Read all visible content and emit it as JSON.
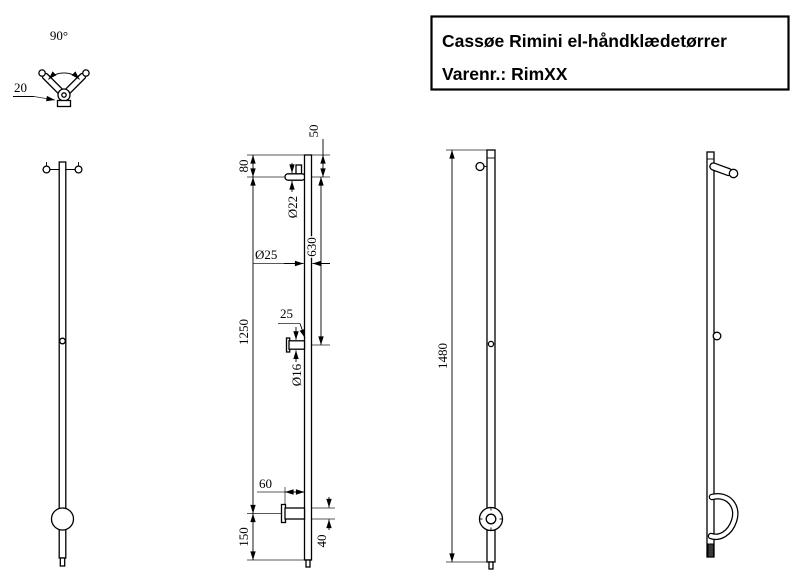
{
  "title_block": {
    "line1": "Cassøe Rimini el-håndklædetørrer",
    "line2": "Varenr.: RimXX"
  },
  "detail_view": {
    "angle_label": "90°",
    "width_label": "20"
  },
  "dim_view": {
    "top_offset": "80",
    "top_right": "50",
    "bar_diameter": "Ø22",
    "bar_to_mid": "630",
    "rail_diameter": "Ø25",
    "rail_length": "1250",
    "mid_offset": "25",
    "mount_diameter": "Ø16",
    "bottom_width": "60",
    "bottom_offset": "150",
    "bracket_height": "40"
  },
  "front_view": {
    "total_height": "1480"
  }
}
